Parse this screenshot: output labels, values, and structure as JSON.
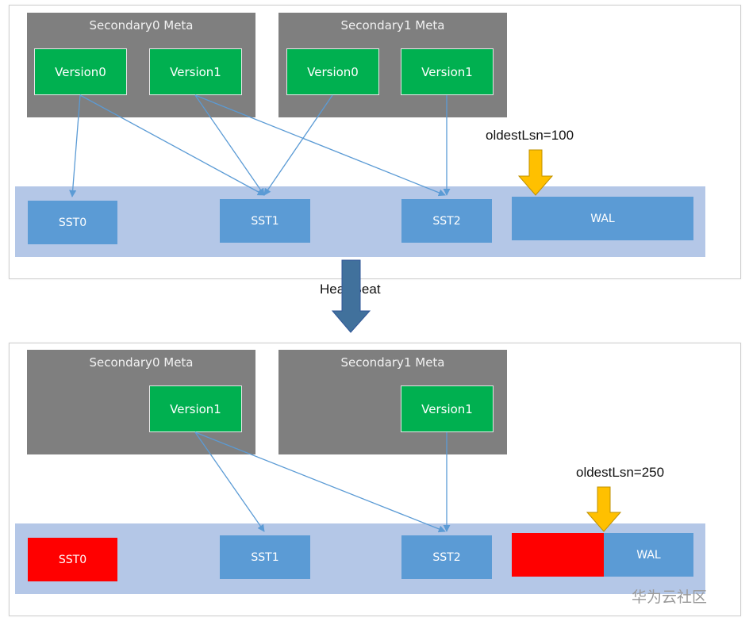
{
  "top": {
    "secondary0": {
      "title": "Secondary0 Meta",
      "versions": [
        "Version0",
        "Version1"
      ]
    },
    "secondary1": {
      "title": "Secondary1 Meta",
      "versions": [
        "Version0",
        "Version1"
      ]
    },
    "ssts": [
      "SST0",
      "SST1",
      "SST2"
    ],
    "wal": "WAL",
    "oldest_lsn": "oldestLsn=100"
  },
  "heartbeat": "HeartBeat",
  "bottom": {
    "secondary0": {
      "title": "Secondary0 Meta",
      "versions": [
        "Version1"
      ]
    },
    "secondary1": {
      "title": "Secondary1 Meta",
      "versions": [
        "Version1"
      ]
    },
    "ssts": [
      "SST0",
      "SST1",
      "SST2"
    ],
    "wal": "WAL",
    "oldest_lsn": "oldestLsn=250"
  },
  "watermark": "华为云社区",
  "colors": {
    "meta_box": "#7f7f7f",
    "version": "#00b050",
    "sst": "#5b9bd5",
    "storage_band": "#b4c7e7",
    "deleted": "#ff0000",
    "lsn_arrow": "#ffc000",
    "heartbeat_arrow": "#41719c",
    "edge": "#5b9bd5"
  }
}
